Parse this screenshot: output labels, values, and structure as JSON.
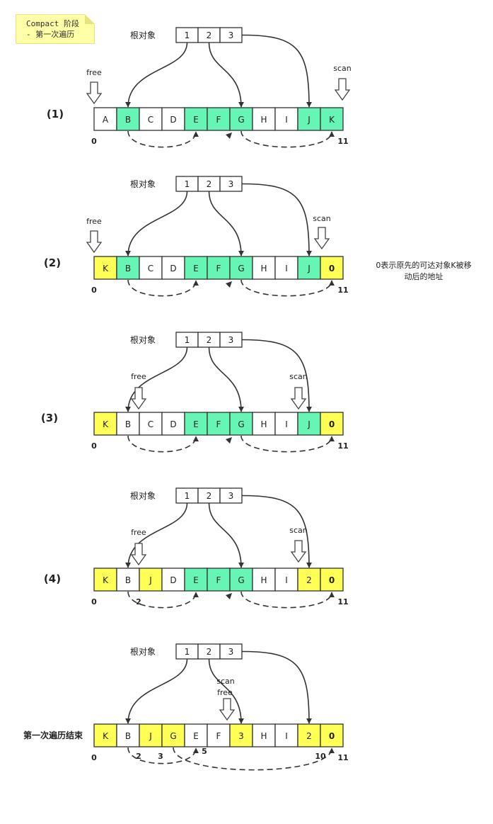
{
  "note_title": [
    "Compact 阶段",
    "- 第一次遍历"
  ],
  "note_side": [
    "0表示原先的可达对象K被移",
    "动后的地址"
  ],
  "colors": {
    "white": "#ffffff",
    "green": "#66f5b4",
    "yellow": "#ffff55"
  },
  "stages": [
    {
      "label": "(1)",
      "root_label": "根对象",
      "roots": [
        "1",
        "2",
        "3"
      ],
      "cells": [
        {
          "t": "A",
          "c": "white"
        },
        {
          "t": "B",
          "c": "green"
        },
        {
          "t": "C",
          "c": "white"
        },
        {
          "t": "D",
          "c": "white"
        },
        {
          "t": "E",
          "c": "green"
        },
        {
          "t": "F",
          "c": "green"
        },
        {
          "t": "G",
          "c": "green"
        },
        {
          "t": "H",
          "c": "white"
        },
        {
          "t": "I",
          "c": "white"
        },
        {
          "t": "J",
          "c": "green"
        },
        {
          "t": "K",
          "c": "green"
        }
      ],
      "index_labels": [
        "0",
        "11"
      ],
      "free_label": "free",
      "scan_label": "scan",
      "sub_labels": []
    },
    {
      "label": "(2)",
      "root_label": "根对象",
      "roots": [
        "1",
        "2",
        "3"
      ],
      "cells": [
        {
          "t": "K",
          "c": "yellow"
        },
        {
          "t": "B",
          "c": "green"
        },
        {
          "t": "C",
          "c": "white"
        },
        {
          "t": "D",
          "c": "white"
        },
        {
          "t": "E",
          "c": "green"
        },
        {
          "t": "F",
          "c": "green"
        },
        {
          "t": "G",
          "c": "green"
        },
        {
          "t": "H",
          "c": "white"
        },
        {
          "t": "I",
          "c": "white"
        },
        {
          "t": "J",
          "c": "green"
        },
        {
          "t": "0",
          "c": "yellow",
          "b": true
        }
      ],
      "index_labels": [
        "0",
        "11"
      ],
      "free_label": "free",
      "scan_label": "scan",
      "sub_labels": []
    },
    {
      "label": "(3)",
      "root_label": "根对象",
      "roots": [
        "1",
        "2",
        "3"
      ],
      "cells": [
        {
          "t": "K",
          "c": "yellow"
        },
        {
          "t": "B",
          "c": "white"
        },
        {
          "t": "C",
          "c": "white"
        },
        {
          "t": "D",
          "c": "white"
        },
        {
          "t": "E",
          "c": "green"
        },
        {
          "t": "F",
          "c": "green"
        },
        {
          "t": "G",
          "c": "green"
        },
        {
          "t": "H",
          "c": "white"
        },
        {
          "t": "I",
          "c": "white"
        },
        {
          "t": "J",
          "c": "green"
        },
        {
          "t": "0",
          "c": "yellow",
          "b": true
        }
      ],
      "index_labels": [
        "0",
        "11"
      ],
      "free_label": "free",
      "scan_label": "scan",
      "sub_labels": []
    },
    {
      "label": "(4)",
      "root_label": "根对象",
      "roots": [
        "1",
        "2",
        "3"
      ],
      "cells": [
        {
          "t": "K",
          "c": "yellow"
        },
        {
          "t": "B",
          "c": "white"
        },
        {
          "t": "J",
          "c": "yellow"
        },
        {
          "t": "D",
          "c": "white"
        },
        {
          "t": "E",
          "c": "green"
        },
        {
          "t": "F",
          "c": "green"
        },
        {
          "t": "G",
          "c": "green"
        },
        {
          "t": "H",
          "c": "white"
        },
        {
          "t": "I",
          "c": "white"
        },
        {
          "t": "2",
          "c": "yellow"
        },
        {
          "t": "0",
          "c": "yellow",
          "b": true
        }
      ],
      "index_labels": [
        "0",
        "11"
      ],
      "free_label": "free",
      "scan_label": "scan",
      "sub_labels": [
        "2"
      ]
    },
    {
      "label": "第一次遍历结束",
      "root_label": "根对象",
      "roots": [
        "1",
        "2",
        "3"
      ],
      "cells": [
        {
          "t": "K",
          "c": "yellow"
        },
        {
          "t": "B",
          "c": "white"
        },
        {
          "t": "J",
          "c": "yellow"
        },
        {
          "t": "G",
          "c": "yellow"
        },
        {
          "t": "E",
          "c": "white"
        },
        {
          "t": "F",
          "c": "white"
        },
        {
          "t": "3",
          "c": "yellow"
        },
        {
          "t": "H",
          "c": "white"
        },
        {
          "t": "I",
          "c": "white"
        },
        {
          "t": "2",
          "c": "yellow"
        },
        {
          "t": "0",
          "c": "yellow",
          "b": true
        }
      ],
      "index_labels": [
        "0",
        "11"
      ],
      "free_label": "free",
      "scan_label": "scan",
      "sub_labels": [
        "2",
        "3",
        "5",
        "10"
      ]
    }
  ]
}
